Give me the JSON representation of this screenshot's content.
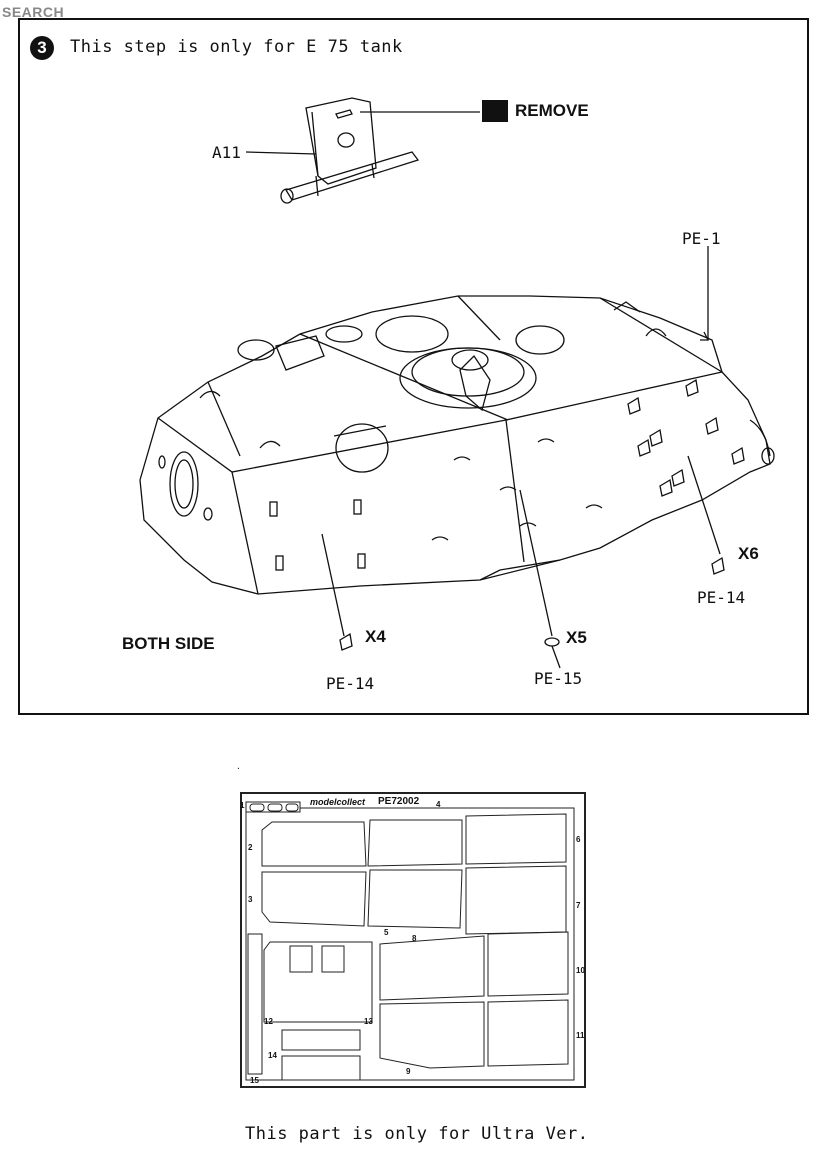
{
  "watermark": {
    "main_a": "",
    "main_b": "SEARCH",
    "sub": ""
  },
  "step": {
    "number": "3",
    "text": "This step is only for E 75 tank"
  },
  "labels": {
    "a11": "A11",
    "remove": "REMOVE",
    "pe1": "PE-1",
    "x6": "X6",
    "pe14_right": "PE-14",
    "both_side": "BOTH SIDE",
    "x4": "X4",
    "pe14_left": "PE-14",
    "x5": "X5",
    "pe15": "PE-15"
  },
  "fret": {
    "brand": "modelcollect",
    "code": "PE72002",
    "numbers": [
      "1",
      "2",
      "3",
      "4",
      "5",
      "6",
      "7",
      "8",
      "9",
      "10",
      "11",
      "12",
      "13",
      "14",
      "15"
    ]
  },
  "caption": "This part is only for Ultra Ver."
}
